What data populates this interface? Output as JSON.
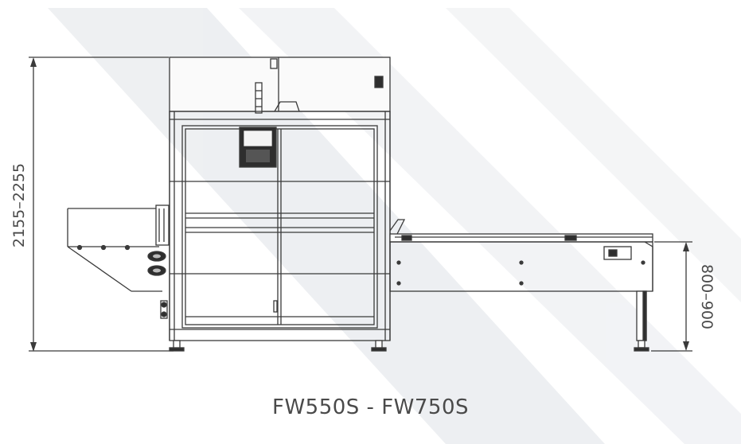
{
  "diagram": {
    "caption": "FW550S - FW750S",
    "dimension_height_label": "2155–2255",
    "dimension_table_label": "800–900",
    "colors": {
      "line": "#3a3a3a",
      "fill_dark": "#2e2e2e",
      "fill_light": "#f4f4f4",
      "text": "#4a4a4a"
    }
  }
}
